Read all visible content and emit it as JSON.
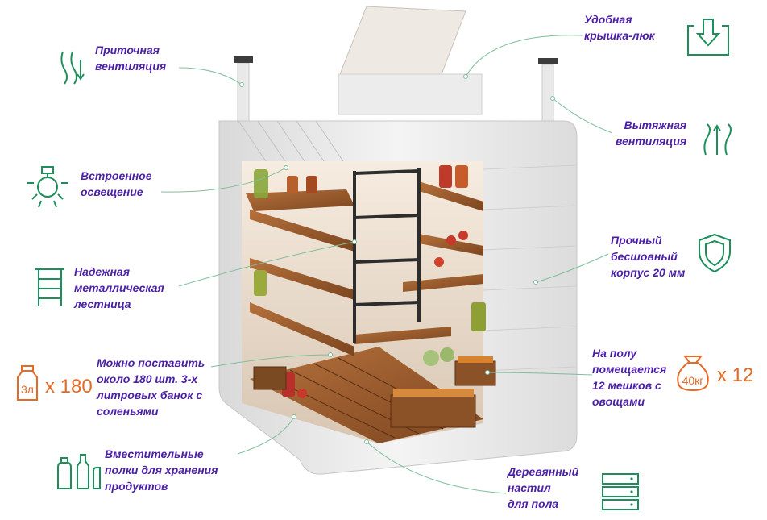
{
  "labels": {
    "intake": "Приточная\nвентиляция",
    "hatch": "Удобная\nкрышка-люк",
    "exhaust": "Вытяжная\nвентиляция",
    "light": "Встроенное\nосвещение",
    "body": "Прочный\nбесшовный\nкорпус 20 мм",
    "ladder": "Надежная\nметаллическая\nлестница",
    "jars": "Можно поставить\nоколо 180 шт. 3-х\nлитровых банок с\nсоленьями",
    "bags": "На полу\nпомещается\n12 мешков с\nовощами",
    "shelves": "Вместительные\nполки для хранения\nпродуктов",
    "floor": "Деревянный\nнастил\nдля пола"
  },
  "jars_badge": {
    "unit": "3л",
    "count": "x 180"
  },
  "bags_badge": {
    "unit": "40кг",
    "count": "x 12"
  },
  "colors": {
    "label": "#4b1fa6",
    "icon": "#1e8f5a",
    "accent": "#e46a26"
  },
  "icons": [
    "intake-vent-icon",
    "hatch-icon",
    "exhaust-vent-icon",
    "lamp-icon",
    "shield-icon",
    "ladder-icon",
    "jar-icon",
    "sack-icon",
    "bottles-icon",
    "server-stack-icon"
  ]
}
